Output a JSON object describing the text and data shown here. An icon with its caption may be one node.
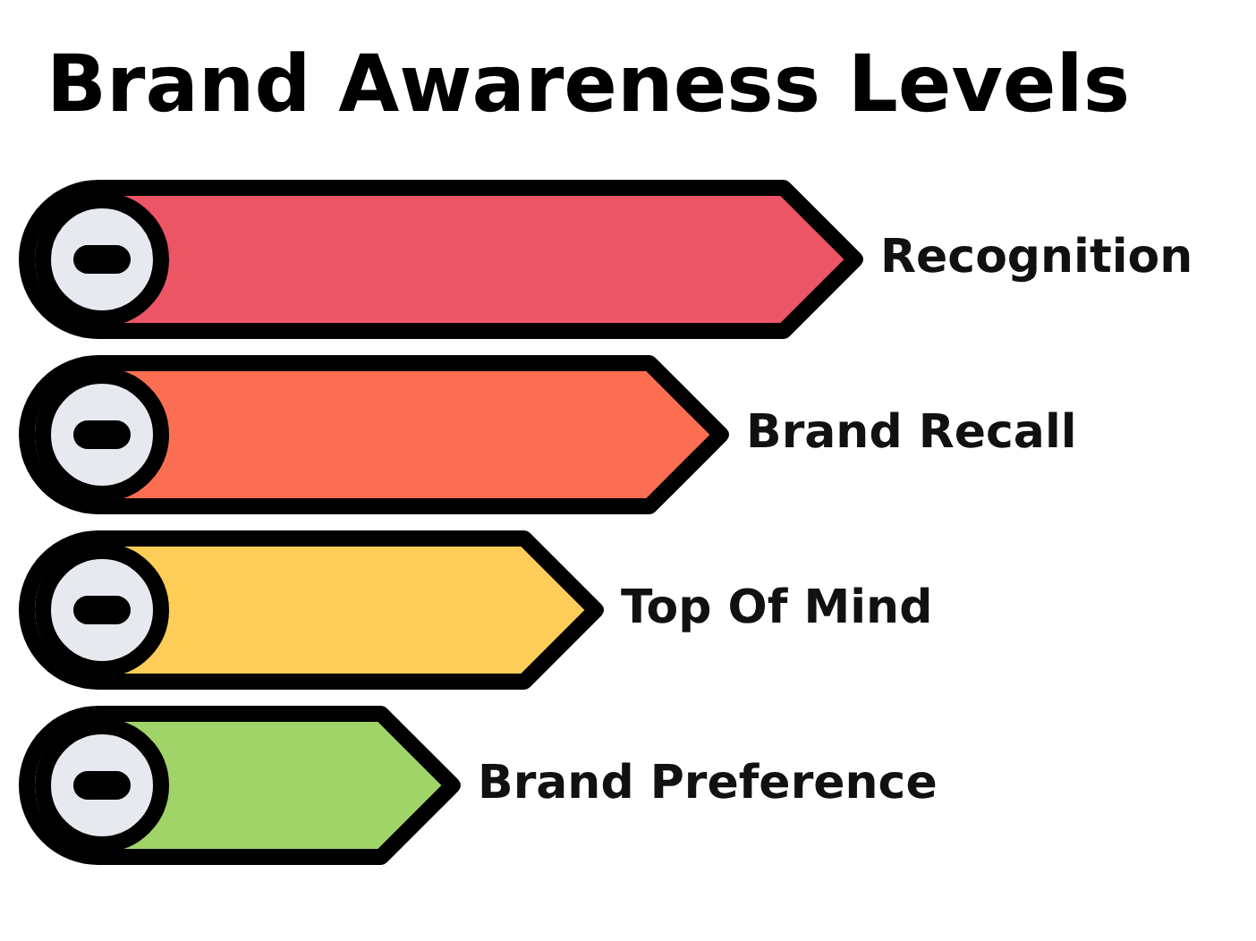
{
  "diagram": {
    "title": "Brand Awareness Levels",
    "nodes": [
      {
        "text": [
          "Recognition"
        ]
      },
      {
        "text": [
          "Brand Recall"
        ]
      },
      {
        "text": [
          "Top Of Mind"
        ]
      },
      {
        "text": [
          "Brand Preference"
        ]
      }
    ]
  }
}
